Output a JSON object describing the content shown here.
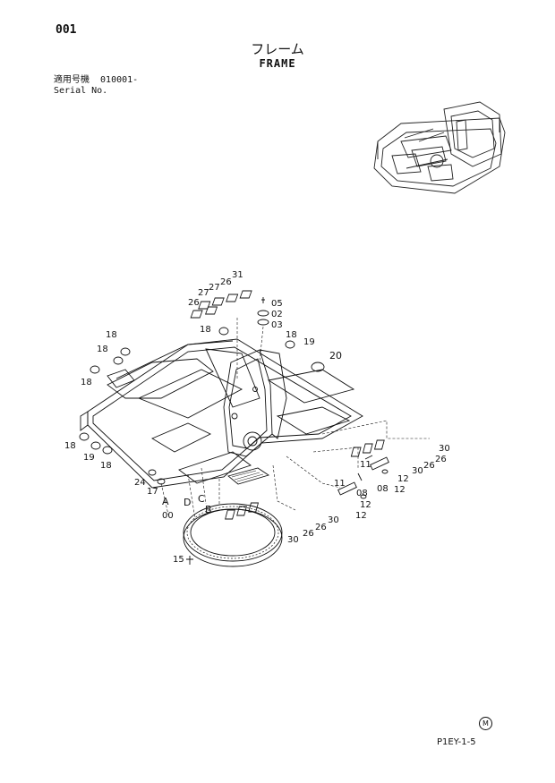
{
  "header": {
    "page_number": "001",
    "title_jp": "フレーム",
    "title_en": "FRAME",
    "serial_label_jp": "適用号機",
    "serial_value": "010001-",
    "serial_label_en": "Serial No."
  },
  "callouts": {
    "c31": "31",
    "c26a": "26",
    "c27a": "27",
    "c27b": "27",
    "c26b": "26",
    "c05": "05",
    "c02": "02",
    "c03": "03",
    "c18a": "18",
    "c18b": "18",
    "c18c": "18",
    "c18d": "18",
    "c18e": "18",
    "c18f": "18",
    "c18g": "18",
    "c19a": "19",
    "c19b": "19",
    "c20": "20",
    "c24": "24",
    "c17": "17",
    "c00": "00",
    "cA": "A",
    "cD": "D",
    "cC": "C",
    "cB": "B",
    "c15": "15",
    "c11a": "11",
    "c11b": "11",
    "c08a": "08",
    "c08b": "08",
    "c12a": "12",
    "c12b": "12",
    "c12c": "12",
    "c30a": "30",
    "c30b": "30",
    "c30c": "30",
    "c30d": "30",
    "c26c": "26",
    "c26d": "26",
    "c26e": "26",
    "c26f": "26"
  },
  "footer": {
    "mark": "M",
    "code": "P1EY-1-5"
  }
}
